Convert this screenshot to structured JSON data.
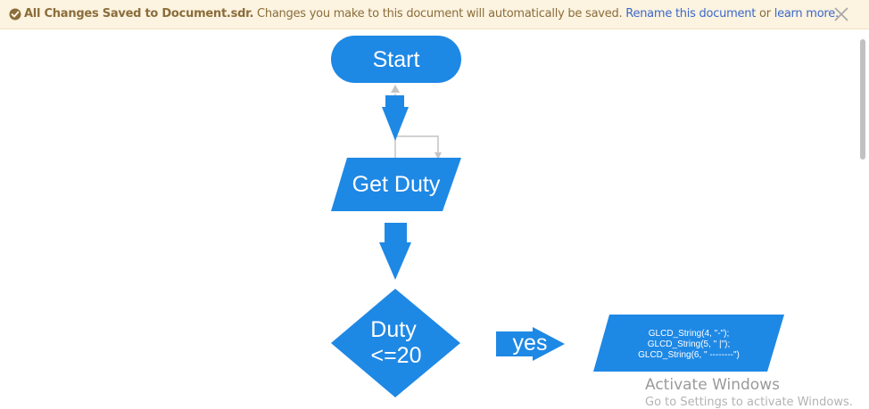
{
  "banner": {
    "saved_title": "All Changes Saved to Document.sdr.",
    "message": " Changes you make to this document will automatically be saved. ",
    "rename_link": "Rename this document",
    "or_text": " or ",
    "learn_more_link": "learn more.",
    "check_icon": "check-circle-icon",
    "close_icon": "close-icon"
  },
  "flowchart": {
    "start_label": "Start",
    "input_label": "Get Duty",
    "decision_line1": "Duty",
    "decision_line2": "<=20",
    "yes_label": "yes",
    "output_lines": [
      "GLCD_String(4, \"-\");",
      "GLCD_String(5, \" |\");",
      "GLCD_String(6, \"  --------\")"
    ],
    "shape_color": "#1e88e5"
  },
  "watermark": {
    "line1": "Activate Windows",
    "line2": "Go to Settings to activate Windows."
  }
}
